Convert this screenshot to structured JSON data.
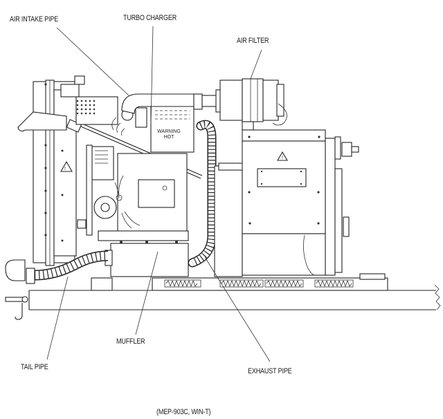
{
  "diagram": {
    "title": "(MEP-903C, WIN-T)",
    "callouts": [
      {
        "id": "air-intake-pipe",
        "label": "AIR INTAKE PIPE"
      },
      {
        "id": "turbo-charger",
        "label": "TURBO CHARGER"
      },
      {
        "id": "air-filter",
        "label": "AIR FILTER"
      },
      {
        "id": "muffler",
        "label": "MUFFLER"
      },
      {
        "id": "tail-pipe",
        "label": "TAIL PIPE"
      },
      {
        "id": "exhaust-pipe",
        "label": "EXHAUST PIPE"
      }
    ],
    "plate_text": [
      "WARNING",
      "HOT"
    ],
    "colors": {
      "line": "#222222",
      "background": "#ffffff"
    }
  }
}
